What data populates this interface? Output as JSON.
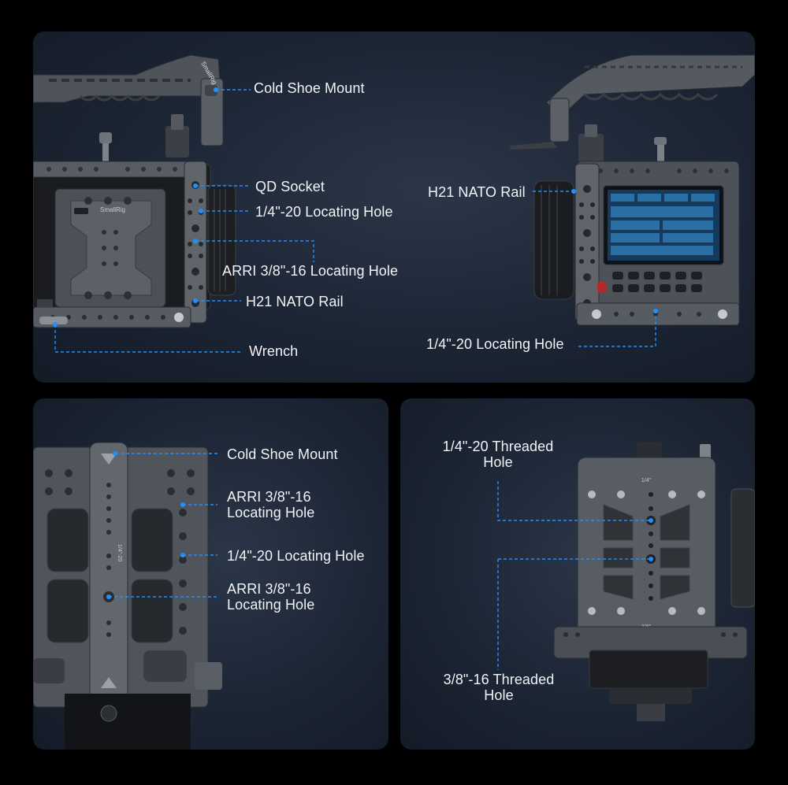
{
  "colors": {
    "background": "#000000",
    "panel": "#1f2838",
    "callout_line": "#1e90ff",
    "text": "#f2f4f7",
    "metal": "#5e636b"
  },
  "top_panel": {
    "left_view": {
      "brand_mark": "SmallRig",
      "labels": {
        "cold_shoe": "Cold Shoe Mount",
        "qd_socket": "QD Socket",
        "locating_hole": "1/4\"-20 Locating Hole",
        "arri_hole": "ARRI 3/8\"-16 Locating Hole",
        "nato_rail": "H21 NATO Rail",
        "wrench": "Wrench"
      }
    },
    "right_view": {
      "labels": {
        "nato_rail": "H21 NATO Rail",
        "locating_hole": "1/4\"-20 Locating Hole"
      }
    }
  },
  "bottom_left_panel": {
    "plate_marking": "1/4\"-20",
    "labels": {
      "cold_shoe": "Cold Shoe Mount",
      "arri_upper": "ARRI 3/8\"-16 Locating Hole",
      "locating_hole": "1/4\"-20 Locating Hole",
      "arri_lower": "ARRI 3/8\"-16 Locating Hole"
    }
  },
  "bottom_right_panel": {
    "plate_markings": [
      "1/4\"",
      "3/8\""
    ],
    "labels": {
      "threaded_quarter": "1/4\"-20 Threaded Hole",
      "threaded_three_eighths": "3/8\"-16 Threaded Hole"
    }
  }
}
